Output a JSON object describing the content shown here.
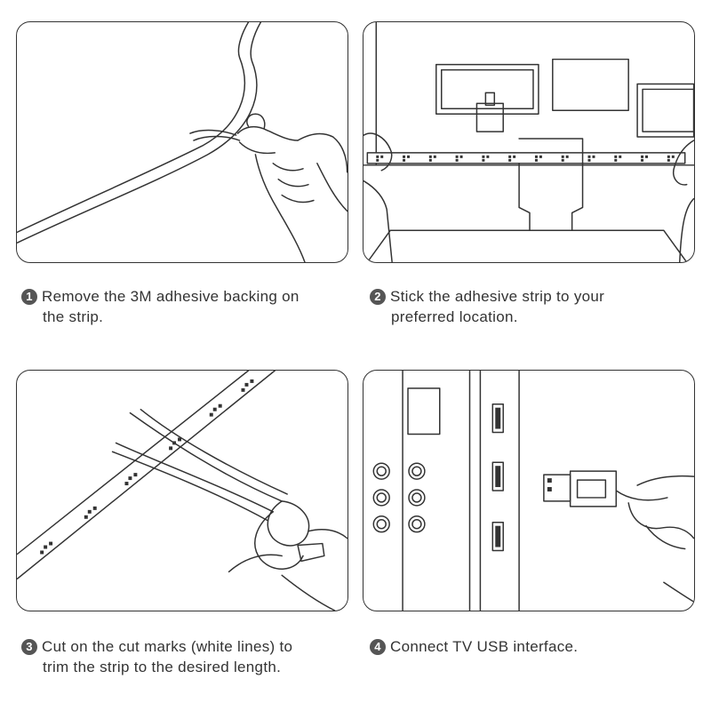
{
  "steps": [
    {
      "number": "1",
      "line1": "Remove the 3M adhesive backing on",
      "line2": "the strip."
    },
    {
      "number": "2",
      "line1": "Stick the adhesive strip to your",
      "line2": "preferred location."
    },
    {
      "number": "3",
      "line1": "Cut on the cut marks (white lines) to",
      "line2": "trim the strip to the desired length."
    },
    {
      "number": "4",
      "line1": "Connect TV USB interface.",
      "line2": ""
    }
  ],
  "colors": {
    "line": "#333333",
    "badge": "#555555"
  }
}
